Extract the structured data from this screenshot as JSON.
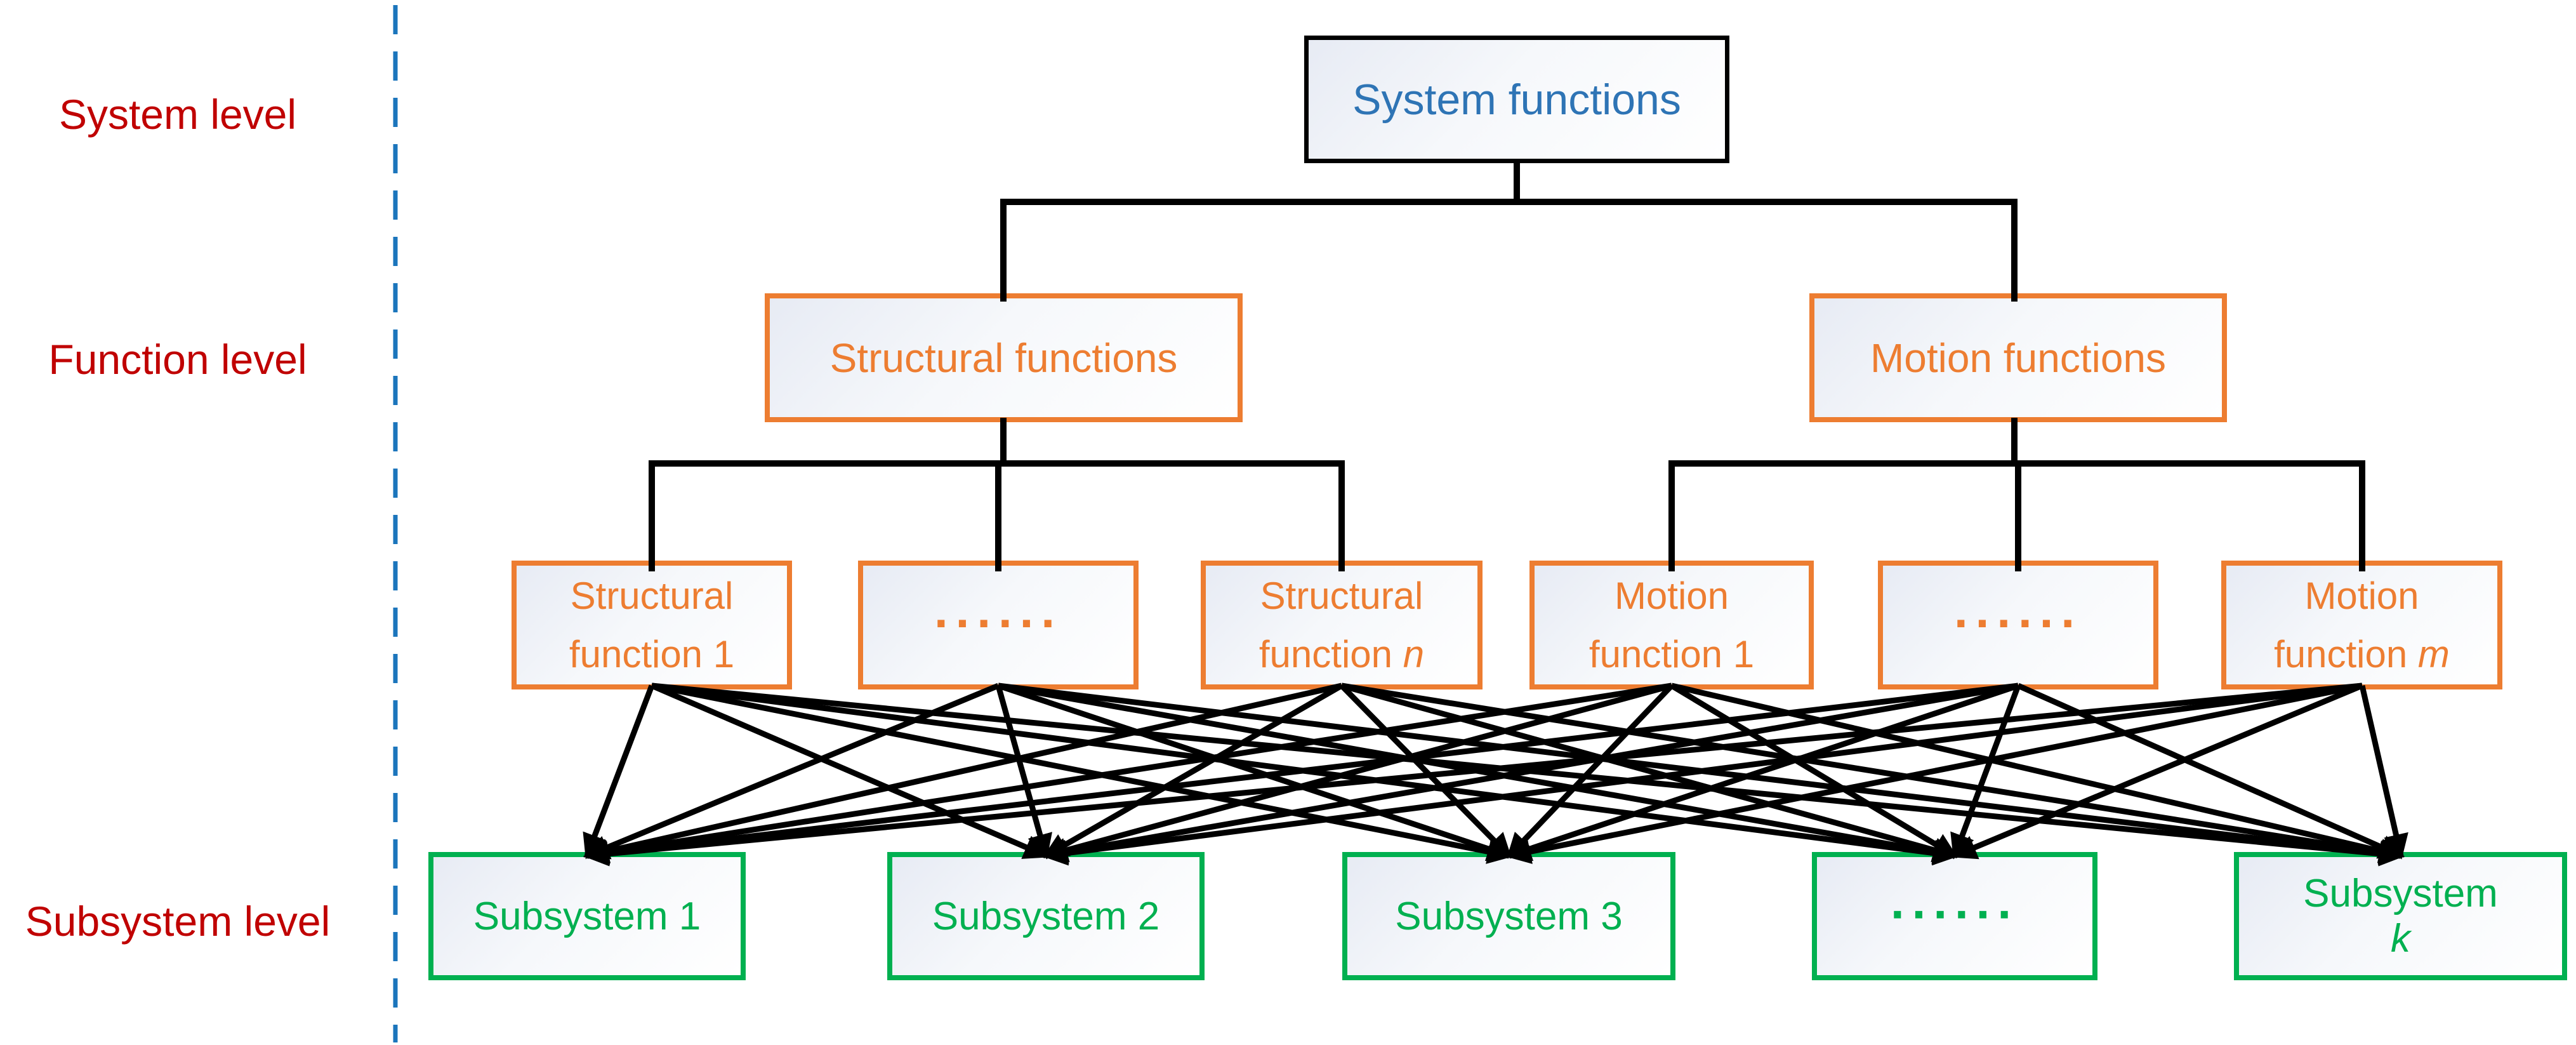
{
  "colors": {
    "level_label_red": "#C00000",
    "system_text_blue": "#2E74B5",
    "function_orange": "#ED7D31",
    "subsystem_green": "#00B050",
    "divider_blue": "#1B75BC",
    "connector_black": "#000000"
  },
  "level_labels": {
    "system": "System level",
    "function": "Function level",
    "subsystem": "Subsystem level"
  },
  "boxes": {
    "system": {
      "label": "System functions"
    },
    "structural_group": {
      "label": "Structural functions"
    },
    "motion_group": {
      "label": "Motion functions"
    },
    "structural_fn_1": {
      "line1": "Structural",
      "line2": "function 1",
      "italic": ""
    },
    "structural_dots": {
      "label": "......"
    },
    "structural_fn_n": {
      "line1": "Structural",
      "line2": "function ",
      "italic": "n"
    },
    "motion_fn_1": {
      "line1": "Motion",
      "line2": "function 1",
      "italic": ""
    },
    "motion_dots": {
      "label": "......"
    },
    "motion_fn_m": {
      "line1": "Motion",
      "line2": "function ",
      "italic": "m"
    },
    "subsystem_1": {
      "label": "Subsystem 1",
      "italic": ""
    },
    "subsystem_2": {
      "label": "Subsystem 2",
      "italic": ""
    },
    "subsystem_3": {
      "label": "Subsystem 3",
      "italic": ""
    },
    "subsystem_dots": {
      "label": "......"
    },
    "subsystem_k": {
      "label": "Subsystem ",
      "italic": "k"
    }
  },
  "connections": {
    "type": "complete-bipartite",
    "arrow_direction": "function-level-to-subsystem-level",
    "from": [
      "Structural function 1",
      "......",
      "Structural function n",
      "Motion function 1",
      "......",
      "Motion function m"
    ],
    "to": [
      "Subsystem 1",
      "Subsystem 2",
      "Subsystem 3",
      "......",
      "Subsystem k"
    ]
  }
}
